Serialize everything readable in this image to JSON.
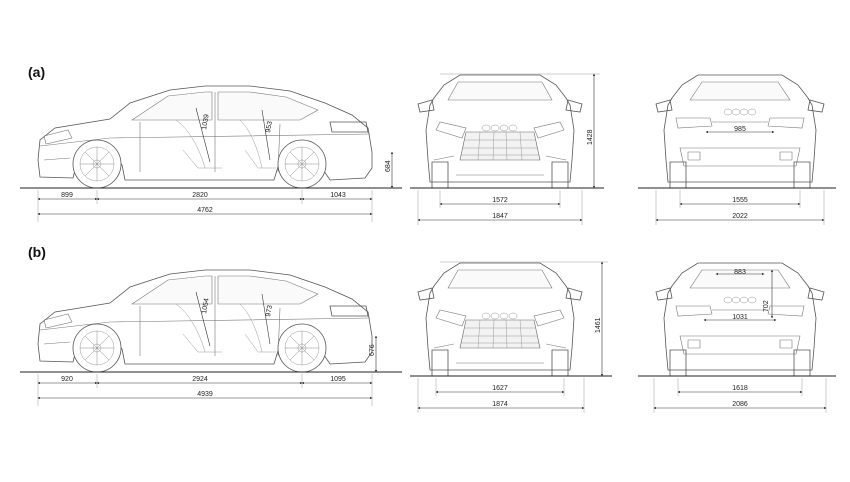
{
  "rows": [
    {
      "label": "(a)",
      "side": {
        "front_overhang": "899",
        "wheelbase": "2820",
        "rear_overhang": "1043",
        "length": "4762",
        "head_front": "1039",
        "head_rear": "953",
        "boot_height": "684"
      },
      "front": {
        "track": "1572",
        "width": "1847",
        "height": "1428"
      },
      "rear": {
        "track": "1555",
        "width_mirrors": "2022",
        "boot_width": "985"
      }
    },
    {
      "label": "(b)",
      "side": {
        "front_overhang": "920",
        "wheelbase": "2924",
        "rear_overhang": "1095",
        "length": "4939",
        "head_front": "1054",
        "head_rear": "973",
        "boot_height": "676"
      },
      "front": {
        "track": "1627",
        "width": "1874",
        "height": "1461"
      },
      "rear": {
        "track": "1618",
        "width_mirrors": "2086",
        "boot_width": "1031",
        "opening_width": "883",
        "opening_height": "702"
      }
    }
  ]
}
